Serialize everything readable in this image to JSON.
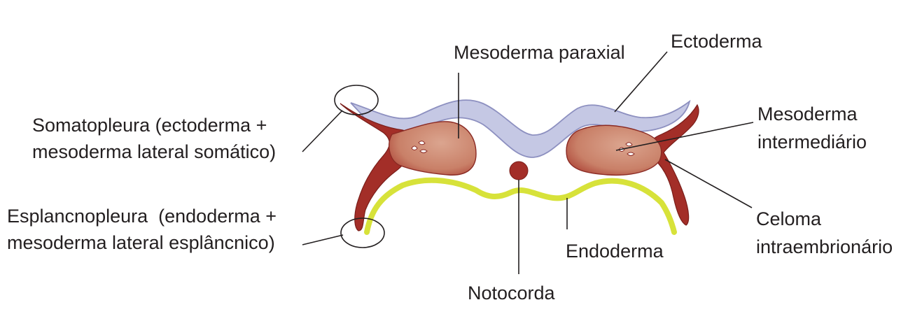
{
  "labels": {
    "mesoderma_paraxial": "Mesoderma paraxial",
    "ectoderma": "Ectoderma",
    "somatopleura_line1": "Somatopleura (ectoderma +",
    "somatopleura_line2": "mesoderma lateral somático)",
    "mesoderma_intermediario_line1": "Mesoderma",
    "mesoderma_intermediario_line2": "intermediário",
    "esplancnopleura_line1": "Esplancnopleura  (endoderma +",
    "esplancnopleura_line2": "mesoderma lateral esplâncnico)",
    "celoma_line1": "Celoma",
    "celoma_line2": "intraembrionário",
    "endoderma": "Endoderma",
    "notocorda": "Notocorda"
  },
  "colors": {
    "ectoderm": "#c5c8e4",
    "ectoderm_stroke": "#8d90c0",
    "lateral_mesoderm": "#a32e28",
    "paraxial_mesoderm": "#d59a84",
    "endoderm": "#d7e23a",
    "notochord": "#a32e28",
    "text": "#231f20"
  }
}
